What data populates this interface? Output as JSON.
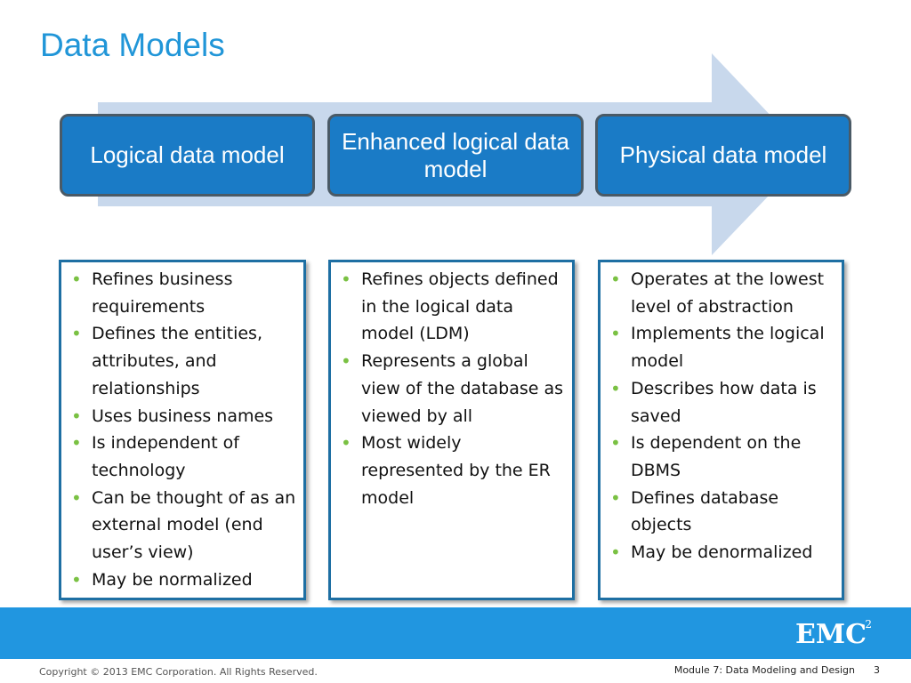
{
  "slide": {
    "title": "Data Models"
  },
  "colors": {
    "title": "#2196d8",
    "stage_fill": "#1a7bc6",
    "stage_border": "#4a5a66",
    "arrow": "#c8d8ec",
    "panel_border": "#1e6fa3",
    "bullet": "#7ac143",
    "footer_band": "#2196e0"
  },
  "stages": [
    {
      "label": "Logical data model"
    },
    {
      "label": "Enhanced logical data model"
    },
    {
      "label": "Physical data model"
    }
  ],
  "panels": [
    {
      "bullets": [
        "Refines business requirements",
        "Defines the entities, attributes, and relationships",
        "Uses business names",
        "Is independent of technology",
        "Can be thought of as an external model (end user’s view)",
        "May be normalized"
      ]
    },
    {
      "bullets": [
        "Refines objects defined in the logical data model (LDM)",
        "Represents a global view of the database as viewed by all",
        "Most widely represented by the ER model"
      ]
    },
    {
      "bullets": [
        "Operates at the lowest level of abstraction",
        "Implements the logical model",
        "Describes how data is saved",
        "Is dependent on the DBMS",
        "Defines database objects",
        "May be denormalized"
      ]
    }
  ],
  "footer": {
    "brand": "EMC",
    "brand_superscript": "2",
    "copyright": "Copyright © 2013 EMC Corporation. All Rights Reserved.",
    "module": "Module 7: Data Modeling and Design",
    "page_number": "3"
  }
}
